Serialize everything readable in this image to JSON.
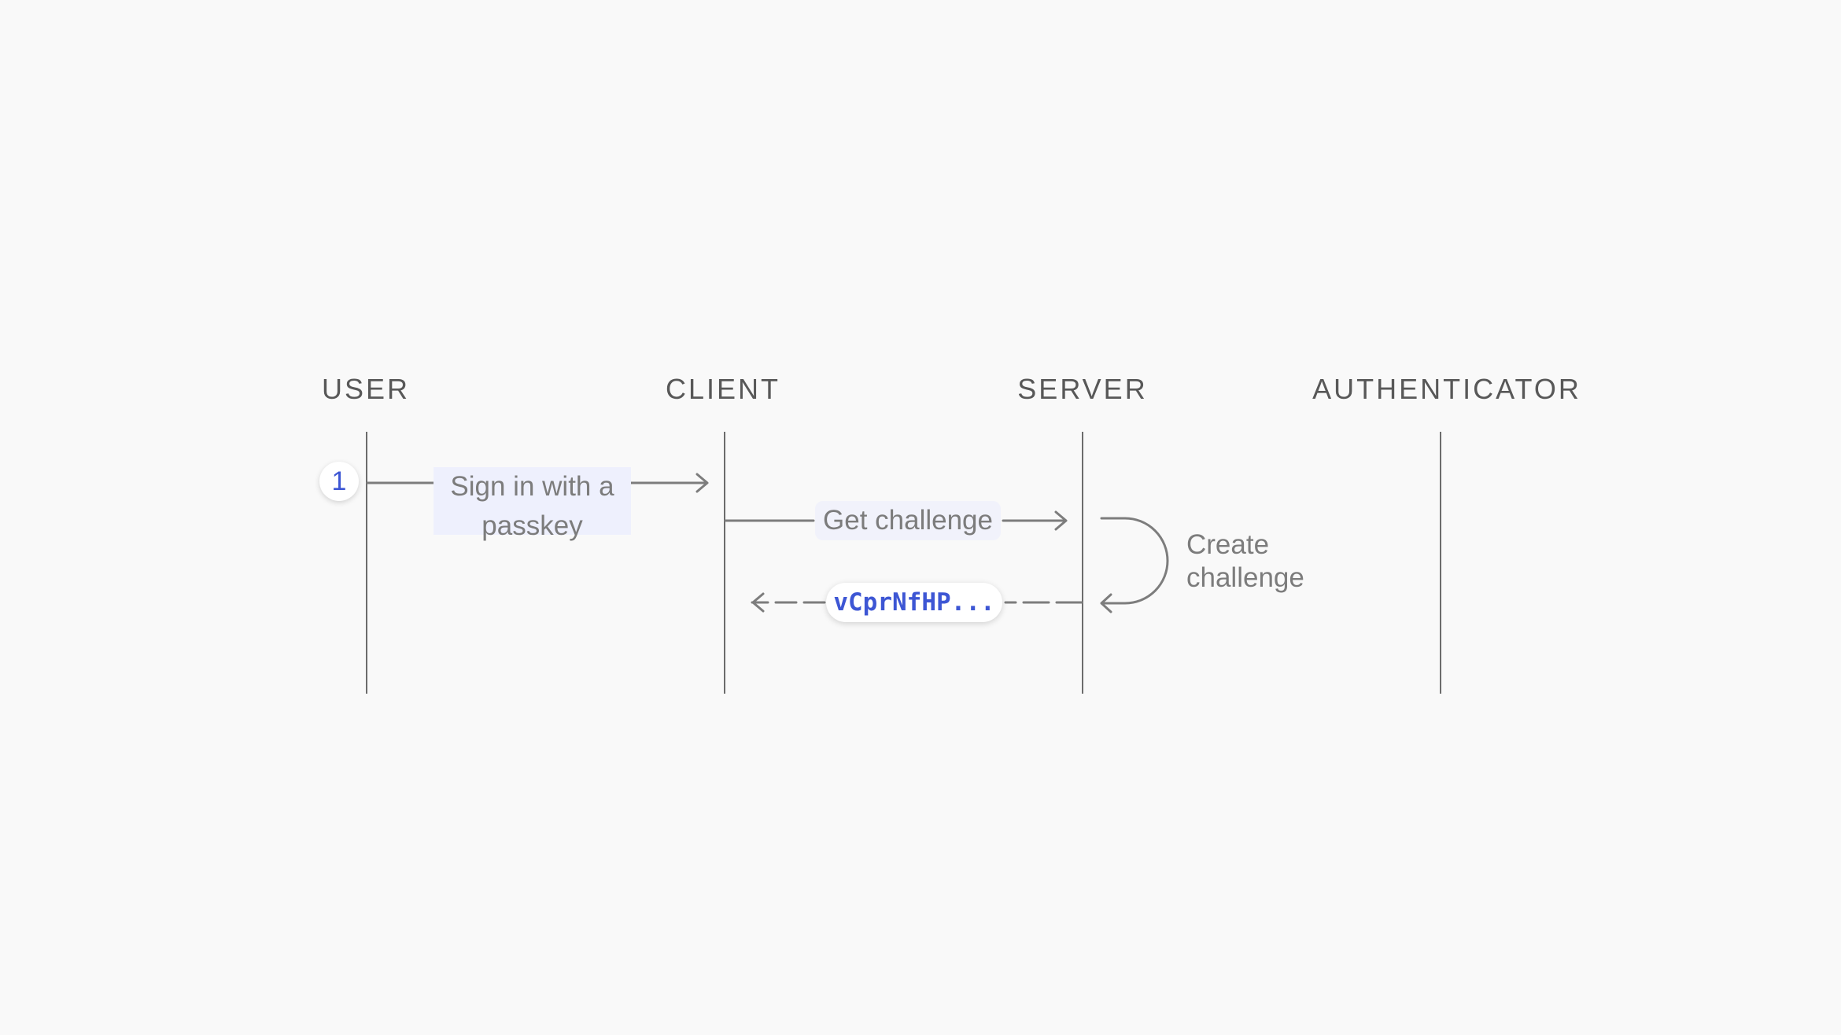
{
  "actors": [
    {
      "id": "user",
      "label": "USER"
    },
    {
      "id": "client",
      "label": "CLIENT"
    },
    {
      "id": "server",
      "label": "SERVER"
    },
    {
      "id": "authenticator",
      "label": "AUTHENTICATOR"
    }
  ],
  "step": {
    "number": "1"
  },
  "messages": {
    "sign_in": "Sign in with a passkey",
    "get_challenge": "Get challenge",
    "create_challenge": "Create challenge",
    "challenge_token": "vCprNfHP..."
  },
  "colors": {
    "background": "#f9f9f9",
    "line": "#7d7d7d",
    "accent": "#3d56d4",
    "label_highlight": "#eef0fd"
  }
}
